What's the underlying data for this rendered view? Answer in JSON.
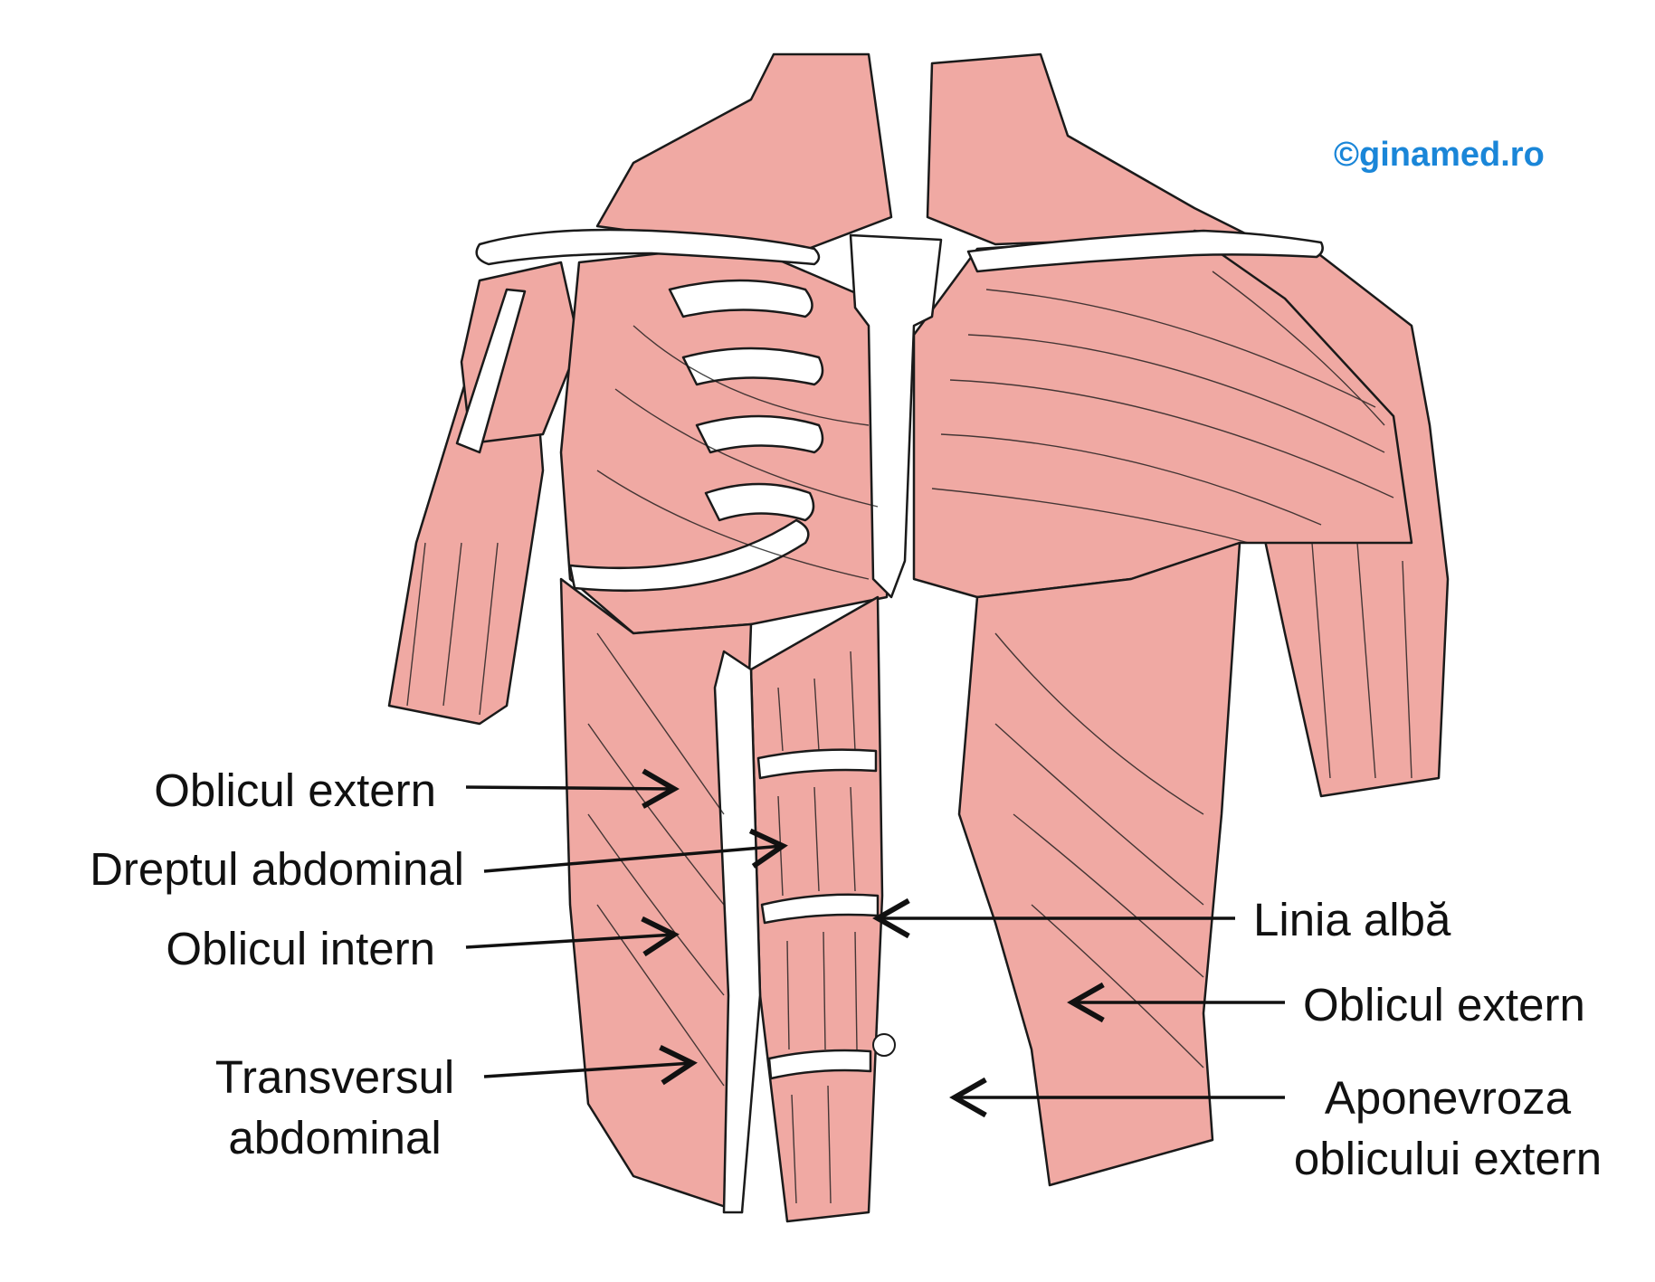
{
  "watermark": {
    "text": "©ginamed.ro",
    "color": "#1a86d8"
  },
  "colors": {
    "muscle": "#f0a9a3",
    "muscle_line": "#1a1a1a",
    "bone": "#ffffff",
    "arrow": "#111111"
  },
  "labels": {
    "oblicul_extern_left": "Oblicul extern",
    "dreptul_abdominal": "Dreptul abdominal",
    "oblicul_intern": "Oblicul intern",
    "transversul_abdominal_1": "Transversul",
    "transversul_abdominal_2": "abdominal",
    "linia_alba": "Linia albă",
    "oblicul_extern_right": "Oblicul extern",
    "aponevroza_1": "Aponevroza",
    "aponevroza_2": "oblicului extern"
  }
}
